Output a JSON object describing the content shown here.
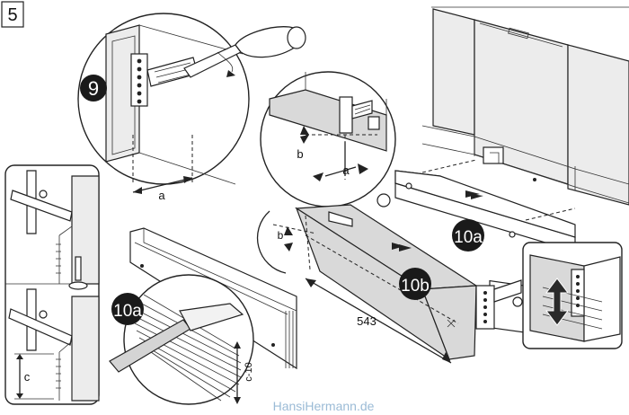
{
  "step_number": "5",
  "callouts": {
    "c9": "9",
    "c10a_right": "10a",
    "c10b": "10b",
    "c10a_left": "10a"
  },
  "dimensions": {
    "a_top": "a",
    "a_mid": "a",
    "b_mid": "b",
    "b_lower": "b",
    "length": "543",
    "c_left": "c",
    "c_minus_10": "c-10"
  },
  "watermark": "HansiHermann.de",
  "colors": {
    "callout_fill": "#1a1a1a",
    "callout_text": "#ffffff",
    "panel_grey": "#d9d9d9",
    "watermark": "#9bbbd6"
  }
}
